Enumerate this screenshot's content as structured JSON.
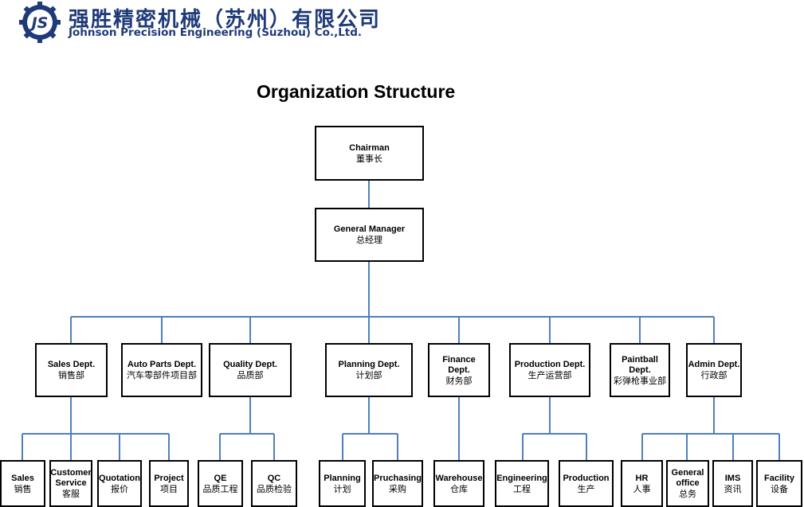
{
  "header": {
    "logo_text": "JS",
    "company_cn": "强胜精密机械（苏州）有限公司",
    "company_en": "Johnson Precision Engineering (Suzhou) Co.,Ltd."
  },
  "title": "Organization Structure",
  "colors": {
    "connector": "#4f7fbf",
    "box_border": "#000000",
    "brand": "#1f3a78"
  },
  "chairman": {
    "en": "Chairman",
    "cn": "董事长"
  },
  "general_manager": {
    "en": "General Manager",
    "cn": "总经理"
  },
  "departments": [
    {
      "en": "Sales Dept.",
      "cn": "销售部"
    },
    {
      "en": "Auto Parts Dept.",
      "cn": "汽车零部件项目部"
    },
    {
      "en": "Quality Dept.",
      "cn": "品质部"
    },
    {
      "en": "Planning Dept.",
      "cn": "计划部"
    },
    {
      "en": "Finance Dept.",
      "cn": "财务部"
    },
    {
      "en": "Production Dept.",
      "cn": "生产运营部"
    },
    {
      "en": "Paintball Dept.",
      "cn": "彩弹枪事业部"
    },
    {
      "en": "Admin Dept.",
      "cn": "行政部"
    }
  ],
  "units": [
    {
      "en": "Sales",
      "cn": "销售"
    },
    {
      "en": "Customer Service",
      "cn": "客服"
    },
    {
      "en": "Quotation",
      "cn": "报价"
    },
    {
      "en": "Project",
      "cn": "项目"
    },
    {
      "en": "QE",
      "cn": "品质工程"
    },
    {
      "en": "QC",
      "cn": "品质检验"
    },
    {
      "en": "Planning",
      "cn": "计划"
    },
    {
      "en": "Pruchasing",
      "cn": "采购"
    },
    {
      "en": "Warehouse",
      "cn": "仓库"
    },
    {
      "en": "Engineering",
      "cn": "工程"
    },
    {
      "en": "Production",
      "cn": "生产"
    },
    {
      "en": "HR",
      "cn": "人事"
    },
    {
      "en": "General office",
      "cn": "总务"
    },
    {
      "en": "IMS",
      "cn": "资讯"
    },
    {
      "en": "Facility",
      "cn": "设备"
    }
  ]
}
